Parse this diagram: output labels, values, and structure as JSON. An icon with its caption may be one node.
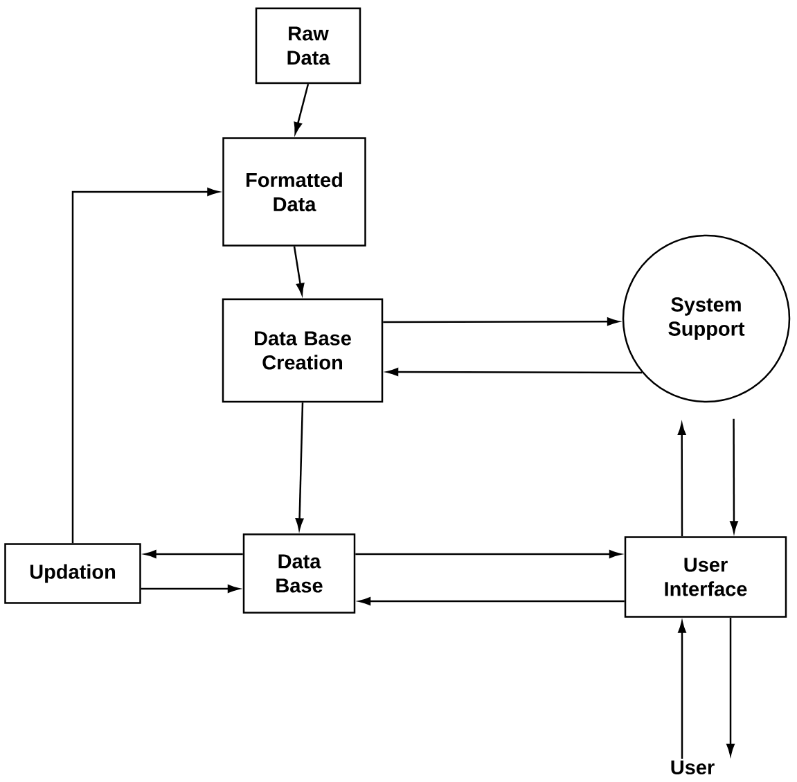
{
  "diagram": {
    "nodes": [
      {
        "text": [
          "Raw Data"
        ]
      },
      {
        "text": [
          "Formatted Data"
        ]
      },
      {
        "text": [
          "Data Base Creation"
        ]
      },
      {
        "text": [
          "System Support"
        ]
      },
      {
        "text": [
          "Updation"
        ]
      },
      {
        "text": [
          "Data Base"
        ]
      },
      {
        "text": [
          "User Interface"
        ]
      },
      {
        "text": [
          "User"
        ]
      }
    ],
    "edges": [
      {
        "from": 0,
        "to": 1,
        "arrow": "to"
      },
      {
        "from": 1,
        "to": 2,
        "arrow": "to"
      },
      {
        "from": 2,
        "to": 3,
        "arrow": "to"
      },
      {
        "from": 3,
        "to": 2,
        "arrow": "to"
      },
      {
        "from": 2,
        "to": 5,
        "arrow": "to"
      },
      {
        "from": 5,
        "to": 4,
        "arrow": "to"
      },
      {
        "from": 4,
        "to": 5,
        "arrow": "to"
      },
      {
        "from": 4,
        "to": 1,
        "arrow": "to"
      },
      {
        "from": 5,
        "to": 6,
        "arrow": "to"
      },
      {
        "from": 6,
        "to": 5,
        "arrow": "to"
      },
      {
        "from": 6,
        "to": 3,
        "arrow": "to"
      },
      {
        "from": 3,
        "to": 6,
        "arrow": "to"
      },
      {
        "from": 7,
        "to": 6,
        "arrow": "to"
      },
      {
        "from": 6,
        "to": 7,
        "arrow": "to"
      }
    ]
  }
}
